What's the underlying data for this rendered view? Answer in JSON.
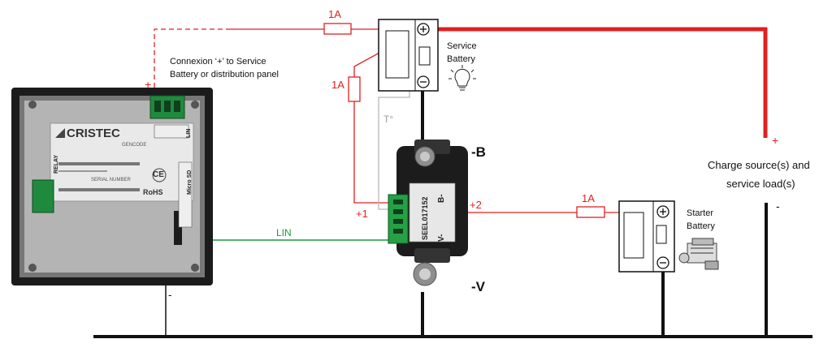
{
  "labels": {
    "connexion_line1": "Connexion ‘+’ to Service",
    "connexion_line2": "Battery or distribution panel",
    "service_battery_line1": "Service",
    "service_battery_line2": "Battery",
    "starter_battery_line1": "Starter",
    "starter_battery_line2": "Battery",
    "charge_line1": "Charge source(s) and",
    "charge_line2": "service load(s)",
    "terminal_b": "-B",
    "terminal_v": "-V",
    "plus_one": "+1",
    "plus_two": "+2",
    "lin": "LIN",
    "temp": "T°",
    "charge_plus": "+",
    "charge_minus": "-",
    "panel_plus": "+",
    "panel_minus": "-"
  },
  "fuses": {
    "top": "1A",
    "left": "1A",
    "starter": "1A"
  },
  "device_panel": {
    "brand": "CRISTEC",
    "relay": "RELAY",
    "micro_sd": "Micro SD",
    "lin": "LIN",
    "gencode": "GENCODE",
    "serial": "SERIAL NUMBER",
    "ce": "CE",
    "rohs": "RoHS"
  },
  "shunt": {
    "model": "SEEL017152",
    "minus_b": "B-",
    "minus_v": "V-"
  },
  "colors": {
    "positive": "#e02020",
    "negative": "#111111",
    "lin_wire": "#1a9a3c",
    "temp_wire": "#b8b8b8"
  },
  "icons": [
    "light-bulb-icon",
    "engine-icon"
  ]
}
